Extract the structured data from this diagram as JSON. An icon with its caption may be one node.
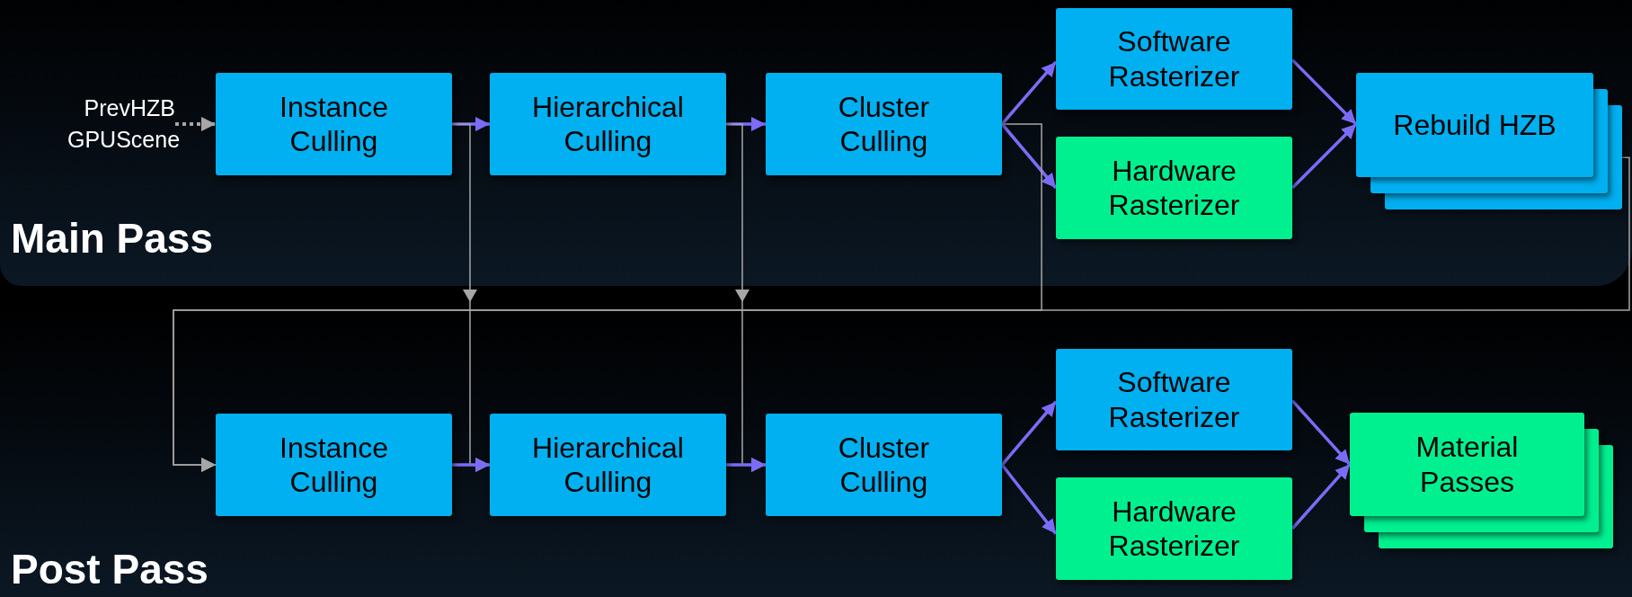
{
  "diagram": {
    "nodes": [
      {
        "text": [
          "Main Pass"
        ]
      },
      {
        "text": [
          "PrevHZB GPUScene"
        ],
        "in": 0
      },
      {
        "text": [
          "Instance Culling"
        ],
        "in": 0
      },
      {
        "text": [
          "Hierarchical Culling"
        ],
        "in": 0
      },
      {
        "text": [
          "Cluster Culling"
        ],
        "in": 0
      },
      {
        "text": [
          "Software Rasterizer"
        ],
        "in": 0
      },
      {
        "text": [
          "Hardware Rasterizer"
        ],
        "in": 0
      },
      {
        "text": [
          "Rebuild HZB"
        ],
        "in": 0
      },
      {
        "text": [
          "Post Pass"
        ]
      },
      {
        "text": [
          "Instance Culling"
        ],
        "in": 8
      },
      {
        "text": [
          "Hierarchical Culling"
        ],
        "in": 8
      },
      {
        "text": [
          "Cluster Culling"
        ],
        "in": 8
      },
      {
        "text": [
          "Software Rasterizer"
        ],
        "in": 8
      },
      {
        "text": [
          "Hardware Rasterizer"
        ],
        "in": 8
      },
      {
        "text": [
          "Material Passes"
        ],
        "in": 8
      }
    ],
    "edges": [
      {
        "from": 1,
        "to": 2,
        "arrow": "to",
        "style": "dashed",
        "color": "#a6a6a6"
      },
      {
        "from": 2,
        "to": 3,
        "arrow": "to"
      },
      {
        "from": 3,
        "to": 4,
        "arrow": "to"
      },
      {
        "from": 4,
        "to": 5,
        "arrow": "to"
      },
      {
        "from": 4,
        "to": 6,
        "arrow": "to"
      },
      {
        "from": 5,
        "to": 7,
        "arrow": "to"
      },
      {
        "from": 6,
        "to": 7,
        "arrow": "to"
      },
      {
        "from": 2,
        "to": 10,
        "arrow": "to",
        "color": "#a6a6a6"
      },
      {
        "from": 3,
        "to": 11,
        "arrow": "to",
        "color": "#a6a6a6"
      },
      {
        "from": 4,
        "to": 9,
        "arrow": "to",
        "color": "#a6a6a6"
      },
      {
        "from": 7,
        "to": 9,
        "arrow": "to",
        "color": "#a6a6a6"
      },
      {
        "from": 9,
        "to": 10,
        "arrow": "to"
      },
      {
        "from": 10,
        "to": 11,
        "arrow": "to"
      },
      {
        "from": 11,
        "to": 12,
        "arrow": "to"
      },
      {
        "from": 11,
        "to": 13,
        "arrow": "to"
      },
      {
        "from": 12,
        "to": 14,
        "arrow": "to"
      },
      {
        "from": 13,
        "to": 14,
        "arrow": "to"
      }
    ]
  }
}
